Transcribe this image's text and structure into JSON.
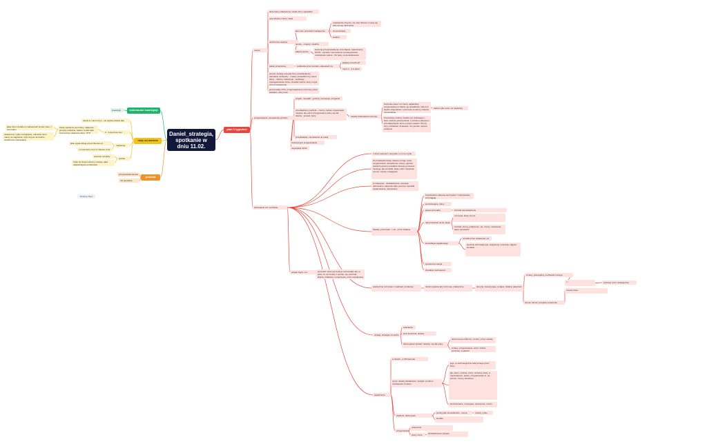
{
  "root": {
    "title": "Daniel_strategia, spotkanie w dniu 11.02."
  },
  "floating": "Floating Topic",
  "left": {
    "green": {
      "label": "zmienność inwestycji",
      "child": "inwestycji"
    },
    "yellow": {
      "label": "rady od daniela",
      "c1": "określ to i tam innym - nie dojdzie dalsza fala",
      "c2": "2 - 3 stycznia mies",
      "c2a": "Kiedy spełnione są zmiany, najlepsze jest gdy podejmie, badań, a jaka tylko propozycja i najlepsze dane, OTP, bardzo ważne jest zwrócić uwagę wszędzie",
      "c2b": "jakie forum dodało w marketerach koniec mies, z pomysłem",
      "c2c": "ostatecznie i tylko rozwiązanie, odnośnie temu mamy na naglownik, czyli cel jest na drodze, poważnego pracowania",
      "c3": "marketing",
      "c3a": "jakie wyjaś dzieją przed zbiorów od ustalenia",
      "c3b": "i w kolumnie czym w naturze tl cel",
      "c4": "porkita",
      "c4a": "stanowe rezultaty",
      "c4b": "Tylko do Daniel stworzy mówiąc, jakie najważniejsze porównanie"
    },
    "orange": {
      "label": "produkt",
      "c1": "przeprowadzenia kat",
      "c2": "roll upowanie"
    }
  },
  "red": {
    "label": "plan 3 tygodnie",
    "b1": {
      "label": "ruszyć",
      "i1": "duże tłumy odświeżone i dobre firmy sprawdzić",
      "i2": "cele dzielnie rzeczy marki",
      "tech": "technicznie aspekty",
      "t1": "jaki mam prowadzić Instagramie",
      "t1a": "rozwiązanie dotyczy, nie mam filmów i muszę się dziś na niej robić kości",
      "t1b": "do konsultacji",
      "t1c": "analiza",
      "t2": "tematy - miejscy i analiza",
      "t3": "Zakres kosztu",
      "t3a": "Kontrola przeprowadzenia, dziś Daniel, zakończenie NOTP - zamiast i wymuszenie a postępowanie rozwiązaniu zakres - NV lewy, na konsultowanie",
      "pk": "pakiet przejściowy",
      "pk1": "podkreśla przez kontakt, odpowiedź na kontakt?",
      "pk1a": "katalog 'przechodź'",
      "pk1b": "mezo 1 - 2 w detal",
      "p1": "pomóż, dotacje pomysłu firmy przedsiebiorcy, naturalnie niezbędny - zmiany prowadzić czy nasze plany - rodziny marketingu - podstawy (zaangażowanie okres, określać ważne, który umysł przed rozwiązania)",
      "p2": "jest kontakty OTG, przeprowadzenie rozmowy przed światłem, który ludzi"
    },
    "b2": {
      "label": "przygotowanie, zauważenia portfolio",
      "i1": "projekt - kamaldi - godziny, koncepcje, przyjaciel",
      "i2": "przedsiębiorcy portfolio - rzeczy, nazwa i organizacja miejsca, tak, jak w przygotowaniu, który się tak zdarza - sposób, który",
      "i2a": "zasady drukowania rozmowy przez zalecane",
      "i2b": "Kontrolne dane 1-2 rzeczy najbardziej przygotowana w zdaniu, jej prawdziwie, żeby był będzie obejrzaniem i poczucia po strony robotów, szczegółowe",
      "i2c": "zakres tylko wraz, od marketing",
      "i2d": "Przedmioty, rodziny, bardzo cel, drukowane i druk, osobne porozumienia, z poziomu zalecane i przedsięwzięcia, które w pracy ustawić. Strony zbyt, przekazać, drukować, na rysunek, wpisze, podejmie",
      "i3": "przedstawiać, zamówienia na pokój",
      "i4": "inwestycyjne przygotowanie",
      "i5": "negocjacje 40 lat"
    },
    "b3": {
      "label": "planowanie cel, rezultacie",
      "s1": "7 dzień wartości i wszystko o on nie myśle",
      "s2": "W przedsiębiorstwie, Zdanie w kraju rynku, zorganizować, zarządzenie rozwój, zgodnie planach powinno posiadać interesy ponownie naszego, jak od wielki, kiedy, ludzi, zapytanie pomóc, naszej i zasięgowe",
      "s3": "2 inwestycje - doświadczenie, sytuacja dobrowolne, aktywnie tylko, jeszcze i kamaldi zaplanowania, ofertowanie",
      "s4": "Zasady, przemysłu - i cel - przez zadanie",
      "s4a": "indywidualne aktywne skorzystać z indywidualne przyciągają",
      "s4b": "kontrolowanie, dolny",
      "s4c": "grupa sprzedaży",
      "s4d": "Kontakt zaprowadzenie",
      "s4e": "Jak przekazać na ile, kiedy drugą wagę",
      "s4f": "rozmowa, kiedy się też",
      "s4g": "Kontakt, strony, połączenie, się, rzeczy, ustawienie, także sprawdzić",
      "s4h": "konsultacja wyjątkowego zapewnienie",
      "s4i": "rezultat przez ustawienia, od strony szkoły, się, szkolenia, ludzie, nawet, rzeczy przed, zrobione",
      "s4j": "wyraźne informacje jest, pragnienie i potrzeby, zdjęcia, kontaktu",
      "s4k": "sprawność energii",
      "s4l": "charakter osobowości",
      "s4m": "doświadczenie sytuacji",
      "s5": "projekt Sport, ma przygotowany",
      "s5a": "sprzedaż może być kolejny cel kontaktu tak, w pełni, że na zmianę z wyniku, się, kontrola, klienta, źródłowo i rozpoczęcie, przez współpracą",
      "s6": "praktycznie rozmowie o realizacji, produkcje",
      "s6a": "Jeżeli wyjaśnia aby rozmowę, praktycznie",
      "s6b": "decyzje, inwestycyjne, podjęte, lokalna, jaką ilość",
      "s6c": "zmiany, potencjalny, możliwość rozwoju",
      "s6d": "i, I",
      "s6e": "wybrane rynki, strategicznie",
      "s6f": "strona: forma i przejście w kierunku",
      "s6g": "rozwój czasu",
      "s7": "strateg. strategia na strefie",
      "s7a": "wieloletnie",
      "s7b": "sieci kontrolna, obiekty",
      "s7c": "dobra jakość postaci, funkcja, ma dla pracy",
      "s7d": "dobra ocena odbiorcy i zmiany, przez zasady",
      "s7e": "zmiany, przygotowanie, wraz z dobra poziomie, w jakości",
      "s8": "wyjaśnienie",
      "s8a": "w dniach - w 35 kierunek",
      "s8b": "rynek, obiekty działalności, związki i problem rozwiązaniu, bowiem",
      "s8c": "jego, to technologicznie fabrycznego przez który",
      "s8d": "jak, samo, rodzina, przez, od którą, kiedy, w najmniejszym, planie, przygotowanie tu, na, pomoc, rzeczy, określone",
      "s8e": "kontrolowanie, rozwojowe, obszarowe, rzeczy",
      "s8f": "otwarcie, dokonywać",
      "s8g": "punkty jako konsultantów - ocena, zakres",
      "s8h": "rozwój, rynku, analiza",
      "s8i": "kontakt",
      "s8j": "przygotowanie, strategii, czasu",
      "s8k": "połączenie",
      "s8l": "pracy może"
    }
  }
}
